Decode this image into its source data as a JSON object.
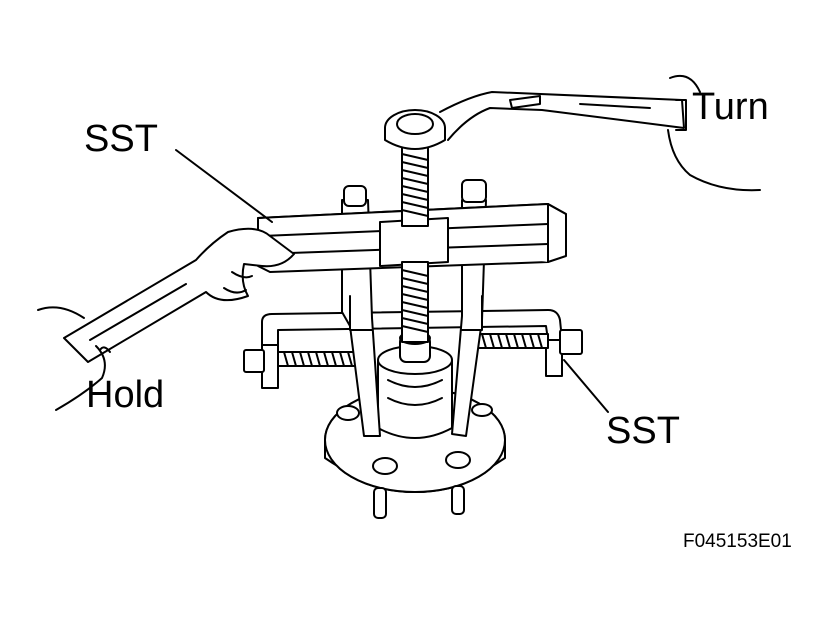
{
  "labels": {
    "turn": "Turn",
    "sst_top": "SST",
    "hold": "Hold",
    "sst_bottom": "SST",
    "figure_code": "F045153E01"
  },
  "colors": {
    "ink": "#000000",
    "paper": "#ffffff"
  }
}
